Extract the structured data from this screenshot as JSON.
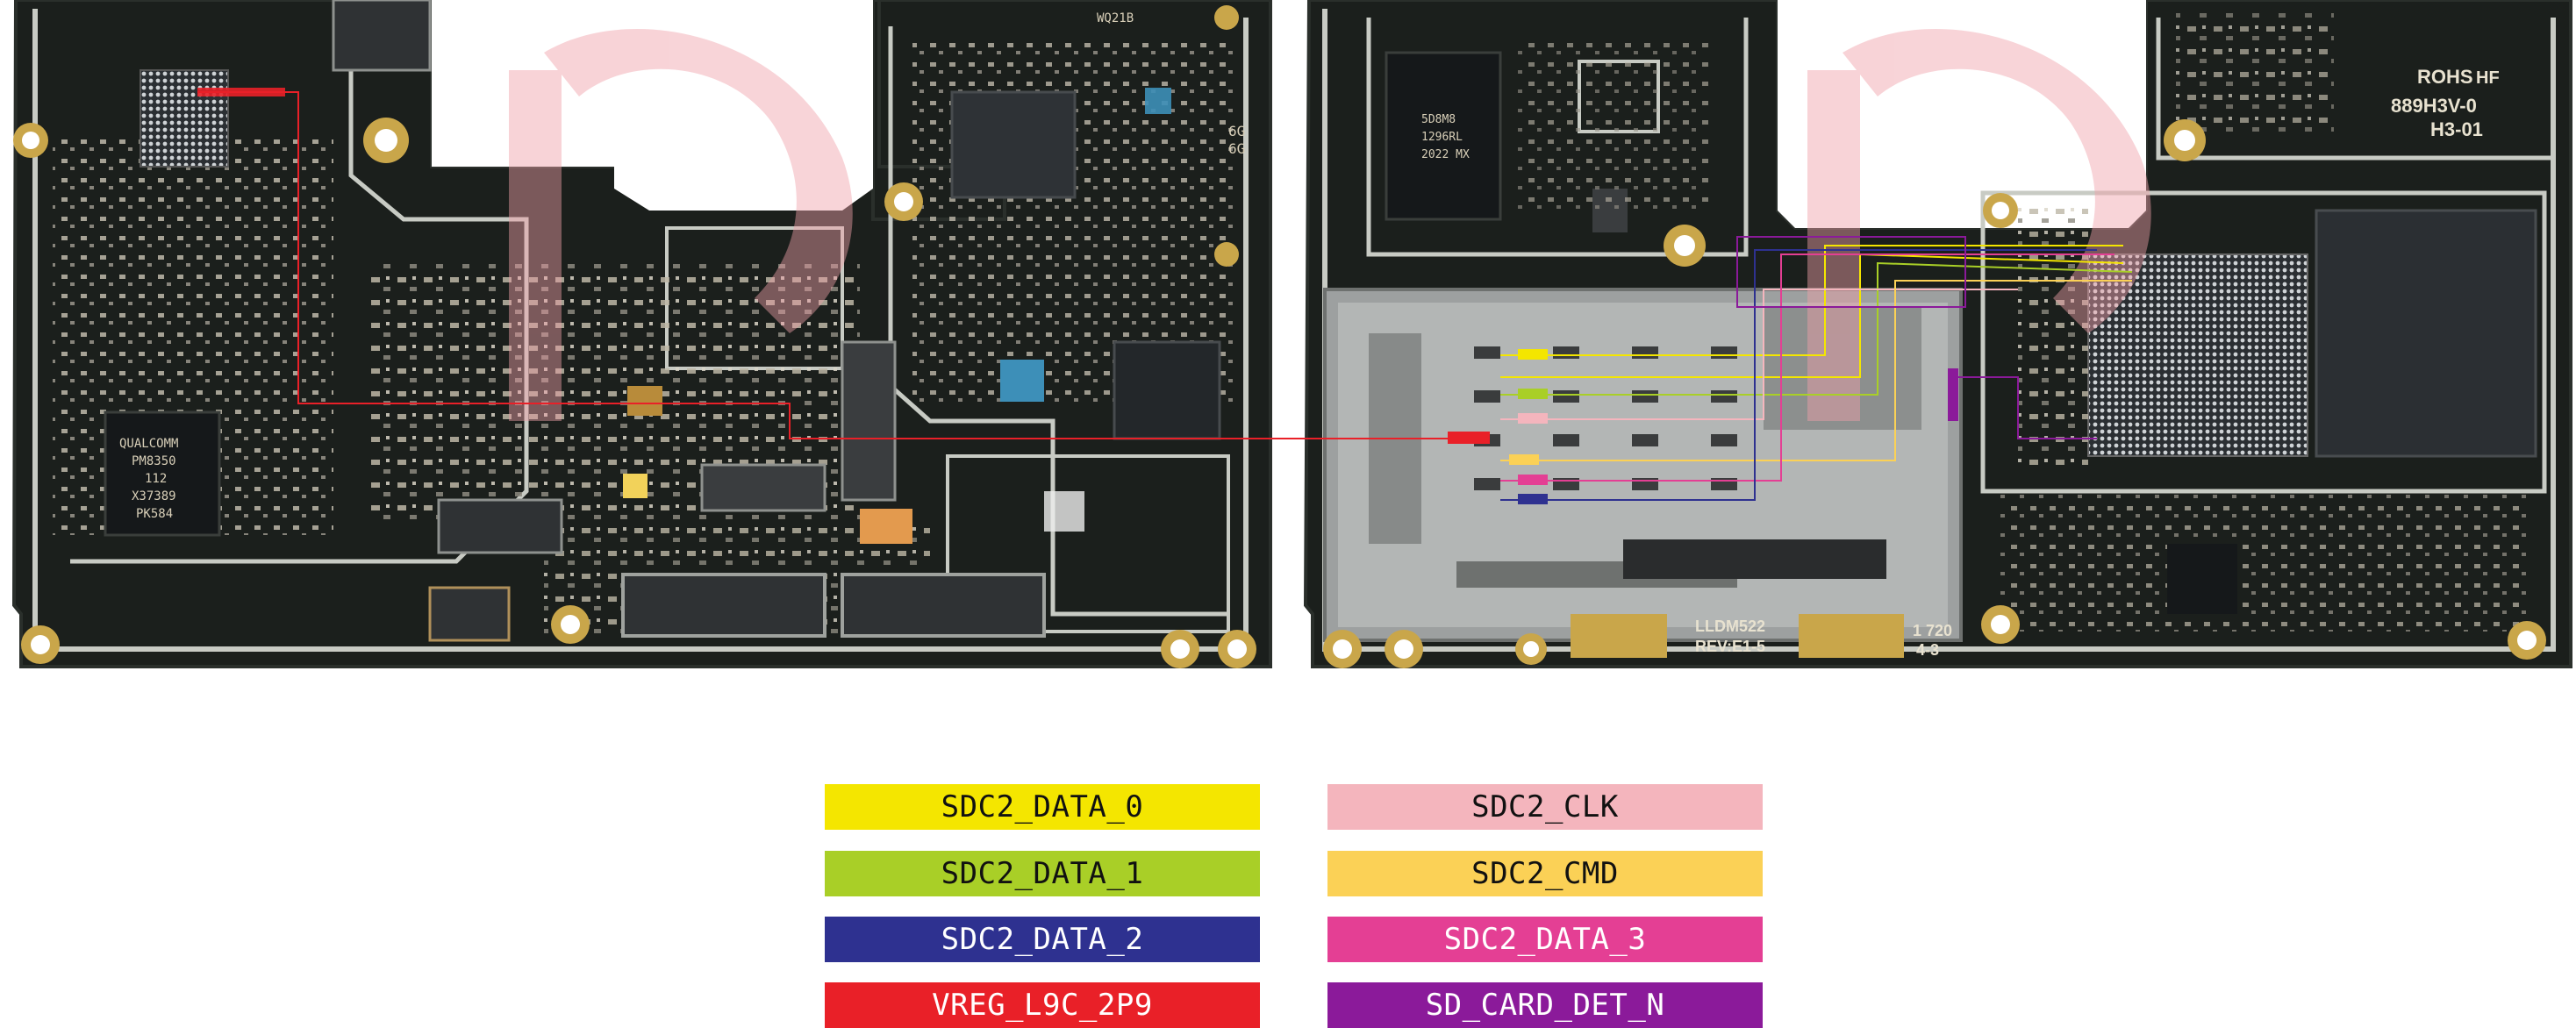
{
  "left_board": {
    "chip_marking": [
      "QUALCOMM",
      "PM8350",
      "112",
      "X37389",
      "PK584"
    ],
    "rf_label": [
      "6G",
      "6G"
    ],
    "top_chip": "WQ21B"
  },
  "right_board": {
    "compliance": [
      "ROHS",
      "HF",
      "889H3V-0",
      "H3-01"
    ],
    "chip_marking": [
      "5D8M8",
      "1296RL",
      "2022 MX"
    ],
    "board_id": [
      "LLDM522",
      "REV:E1-5"
    ],
    "date_code": [
      "1 720",
      "4-3"
    ]
  },
  "colors": {
    "pcb": "#1b1f1c",
    "pcb_edge": "#2a2f2b",
    "shield": "#c9ccc6",
    "gold": "#c9a64a",
    "watermark": "#f0a0a8"
  },
  "legend": {
    "items": [
      {
        "label": "SDC2_DATA_0",
        "bg": "#f4e600",
        "fg": "#111111"
      },
      {
        "label": "SDC2_CLK",
        "bg": "#f4b5bd",
        "fg": "#111111"
      },
      {
        "label": "SDC2_DATA_1",
        "bg": "#a9cf27",
        "fg": "#111111"
      },
      {
        "label": "SDC2_CMD",
        "bg": "#fbd156",
        "fg": "#111111"
      },
      {
        "label": "SDC2_DATA_2",
        "bg": "#2e3190",
        "fg": "#ffffff"
      },
      {
        "label": "SDC2_DATA_3",
        "bg": "#e43f94",
        "fg": "#ffffff"
      },
      {
        "label": "VREG_L9C_2P9",
        "bg": "#e92028",
        "fg": "#ffffff"
      },
      {
        "label": "SD_CARD_DET_N",
        "bg": "#8b1a9a",
        "fg": "#ffffff"
      }
    ]
  }
}
